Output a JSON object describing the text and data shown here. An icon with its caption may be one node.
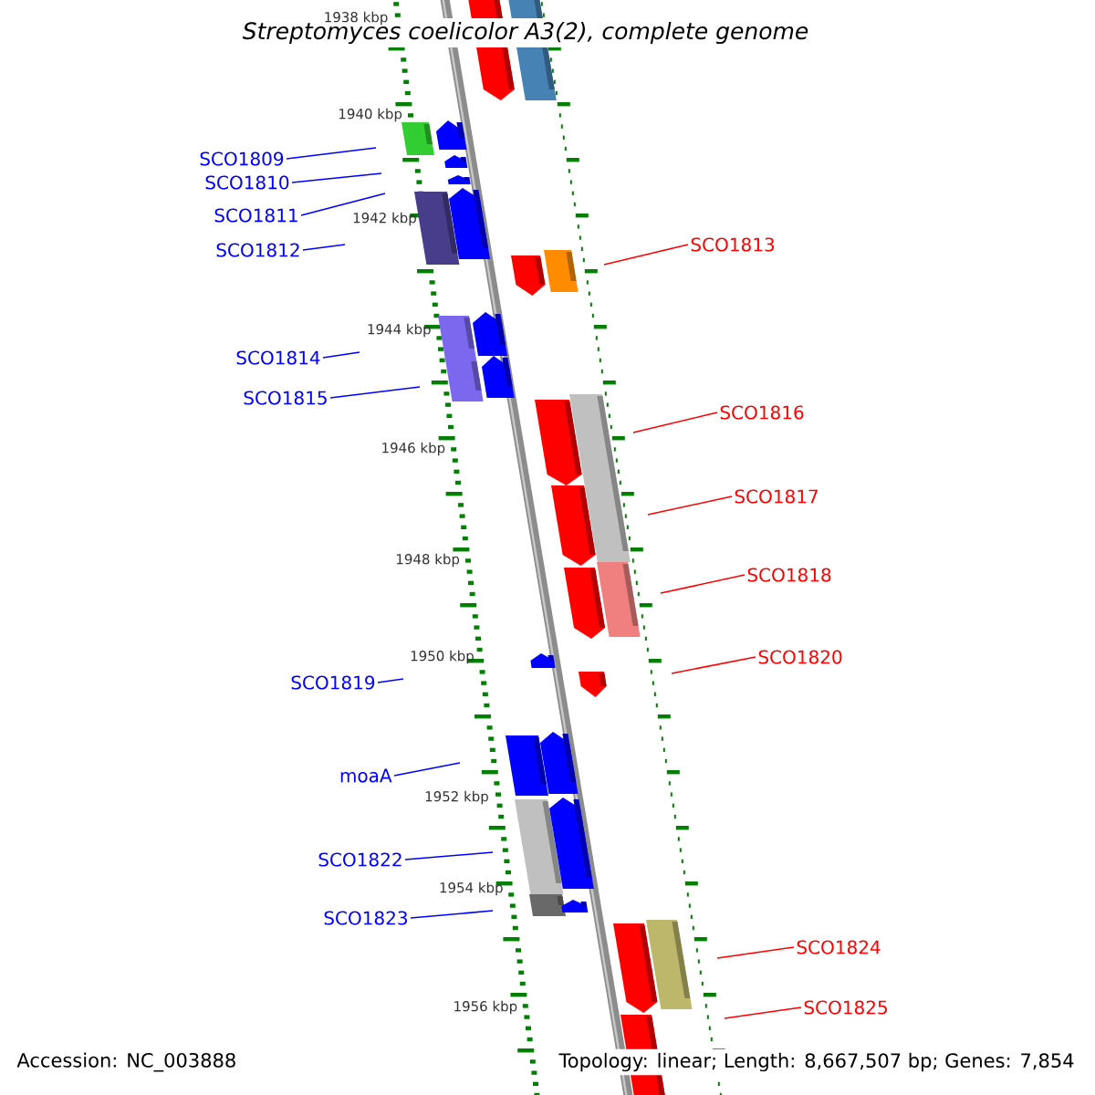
{
  "diagram": {
    "title": "Streptomyces coelicolor A3(2), complete genome",
    "nodes": [
      {
        "text": [
          "SCO1809"
        ]
      },
      {
        "text": [
          "SCO1810"
        ]
      },
      {
        "text": [
          "SCO1811"
        ]
      },
      {
        "text": [
          "SCO1813"
        ]
      },
      {
        "text": [
          "SCO1812"
        ]
      },
      {
        "text": [
          "SCO1814"
        ]
      },
      {
        "text": [
          "SCO1815"
        ]
      },
      {
        "text": [
          "SCO1816"
        ]
      },
      {
        "text": [
          "SCO1817"
        ]
      },
      {
        "text": [
          "SCO1818"
        ]
      },
      {
        "text": [
          "SCO1820"
        ]
      },
      {
        "text": [
          "SCO1819"
        ]
      },
      {
        "text": [
          "moaA"
        ]
      },
      {
        "text": [
          "SCO1822"
        ]
      },
      {
        "text": [
          "SCO1823"
        ]
      },
      {
        "text": [
          "SCO1824"
        ]
      },
      {
        "text": [
          "SCO1825"
        ]
      }
    ],
    "edges": [
      {
        "from": 0,
        "to": null,
        "arrow": "none",
        "color": "#0000ff"
      },
      {
        "from": 1,
        "to": null,
        "arrow": "none",
        "color": "#0000ff"
      },
      {
        "from": 2,
        "to": null,
        "arrow": "none",
        "color": "#0000ff"
      },
      {
        "from": 3,
        "to": null,
        "arrow": "none",
        "color": "#ff0000"
      },
      {
        "from": 4,
        "to": null,
        "arrow": "none",
        "color": "#0000ff"
      },
      {
        "from": 5,
        "to": null,
        "arrow": "none",
        "color": "#0000ff"
      },
      {
        "from": 6,
        "to": null,
        "arrow": "none",
        "color": "#0000ff"
      },
      {
        "from": 7,
        "to": null,
        "arrow": "none",
        "color": "#ff0000"
      },
      {
        "from": 8,
        "to": null,
        "arrow": "none",
        "color": "#ff0000"
      },
      {
        "from": 9,
        "to": null,
        "arrow": "none",
        "color": "#ff0000"
      },
      {
        "from": 10,
        "to": null,
        "arrow": "none",
        "color": "#ff0000"
      },
      {
        "from": 11,
        "to": null,
        "arrow": "none",
        "color": "#0000ff"
      },
      {
        "from": 12,
        "to": null,
        "arrow": "none",
        "color": "#0000ff"
      },
      {
        "from": 13,
        "to": null,
        "arrow": "none",
        "color": "#0000ff"
      },
      {
        "from": 14,
        "to": null,
        "arrow": "none",
        "color": "#0000ff"
      },
      {
        "from": 15,
        "to": null,
        "arrow": "none",
        "color": "#ff0000"
      },
      {
        "from": 16,
        "to": null,
        "arrow": "none",
        "color": "#ff0000"
      }
    ],
    "labels": [
      "1938 kbp",
      "1940 kbp",
      "1942 kbp",
      "1944 kbp",
      "1946 kbp",
      "1948 kbp",
      "1950 kbp",
      "1952 kbp",
      "1954 kbp",
      "1956 kbp",
      "Accession: NC_003888",
      "Topology: linear; Length: 8,667,507 bp; Genes: 7,854"
    ]
  }
}
